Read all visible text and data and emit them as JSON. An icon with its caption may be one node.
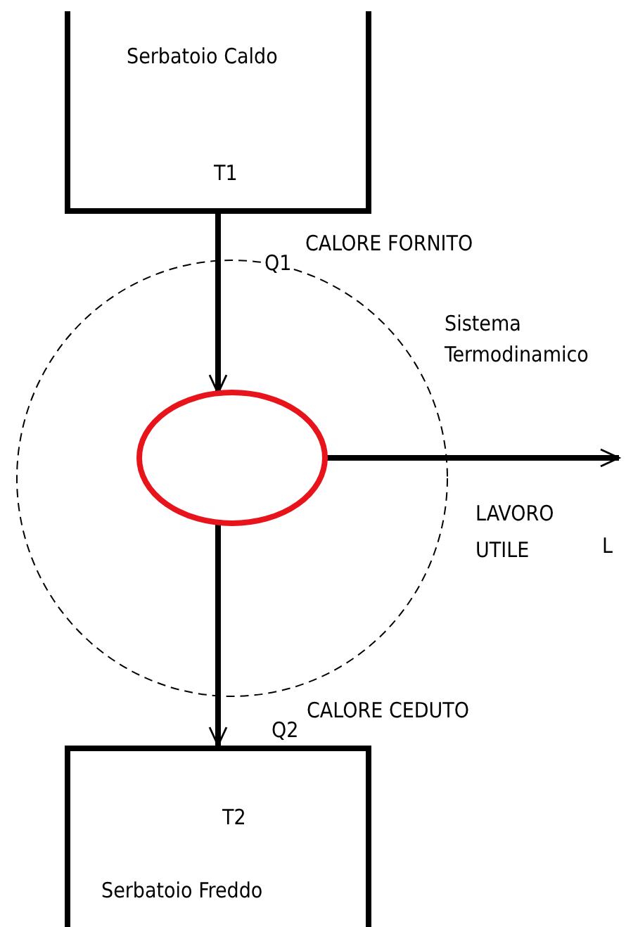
{
  "diagram": {
    "nodes": [
      {
        "text": [
          "Serbatoio Caldo",
          "T1"
        ]
      },
      {
        "text": [
          "Sistema Termodinamico"
        ]
      },
      {
        "text": [],
        "shape": "circle",
        "in": 1
      },
      {
        "text": [
          "T2",
          "Serbatoio Freddo"
        ]
      }
    ],
    "edges": [
      {
        "from": 0,
        "to": 2,
        "arrow": "to",
        "label": "Q1"
      },
      {
        "from": 2,
        "to": 3,
        "arrow": "to",
        "label": "Q2"
      },
      {
        "from": 2,
        "to": null,
        "arrow": "to",
        "label": "L"
      }
    ],
    "labels": [
      "CALORE FORNITO",
      "LAVORO UTILE",
      "CALORE CEDUTO"
    ]
  }
}
